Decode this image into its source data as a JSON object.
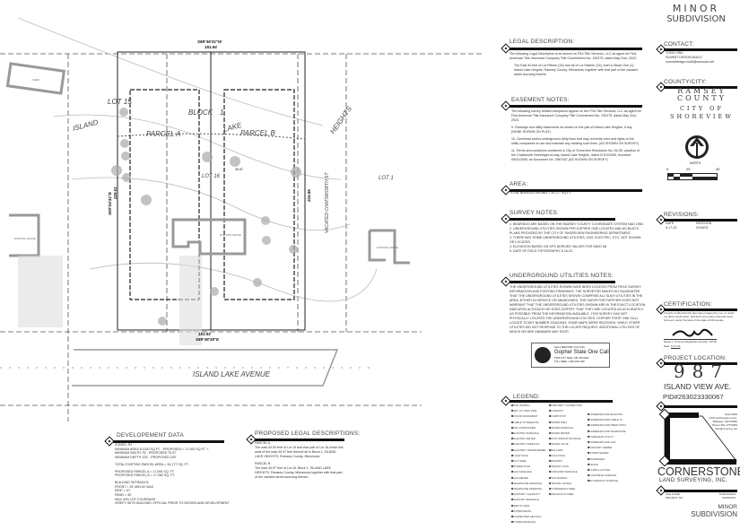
{
  "title": {
    "line1": "MINOR",
    "line2": "SUBDIVISION"
  },
  "drawing": {
    "labels": {
      "island": "ISLAND",
      "lot15": "LOT 15",
      "block": "BLOCK",
      "block_no": "1",
      "lake": "LAKE",
      "parcel_a": "PARCEL A",
      "parcel_b": "PARCEL B",
      "lot16": "LOT 16",
      "heights": "HEIGHTS",
      "lot1": "LOT 1",
      "vacated": "VACATED CHATSWORTH ST",
      "road": "ISLAND LAKE AVENUE",
      "existing_house": "EXISTING HOUSE",
      "shed": "SHED"
    },
    "bearings": {
      "north": "S89°36'31\"W",
      "north_dist": "151.94",
      "south": "S89°38'39\"E",
      "south_dist": "151.93",
      "west": "S00°24'41\"E",
      "west_dist": "225.01",
      "east_dist": "224.86",
      "mid_dist": "45.97"
    }
  },
  "legal": {
    "heading": "LEGAL DESCRIPTION:",
    "p1": "The following Legal Description is as shown on FSA Title Services, LLC as agent for First American Title Insurance Company Title Commitment No. 230275, dated May 31st, 2023.",
    "p2": "The East 40 feet of Lot Fifteen (15) and all of Lot Sixteen (16), both in Block One (1), Island Lake Heights, Ramsey County, Minnesota, together with that part of the vacated street accruing thereto."
  },
  "easement": {
    "heading": "EASEMENT NOTES:",
    "intro": "The following survey related exceptions appear on the FSA Title Services, LLC as agent for First American Title Insurance Company Title Commitment No. 230275, dated May 31st, 2023.",
    "items": [
      "9.  Drainage and utility easements as shown on the plat of Island Lake Heights, if any. (NONE SHOWN ON PLAT)",
      "10. Overhead and/or underground utility lines that may currently exist and rights of the utility companies to use and maintain any existing such lines. (AS SHOWN ON SURVEY)",
      "11. Terms and conditions contained in City of Shoreview Resolution No. 06-55, vacation of the Chatsworth Streetright-of-way, Island Lake Heights, dated 07/10/2006, recorded 08/01/2006, as Document No. 3967547 (AS SHOWN ON SURVEY)"
    ]
  },
  "area": {
    "heading": "AREA:",
    "text": "TOTAL AREA AS SHOWN = 34,177 SQ.FT."
  },
  "survey_notes": {
    "heading": "SURVEY NOTES:",
    "items": [
      "1.  BEARINGS ARE BASED ON THE RAMSEY COUNTY COORDINATE SYSTEM NAD 1983.",
      "2.  UNDERGROUND UTILITIES SHOWN PER GOPHER ONE LOCATES AND AS-BUILTS PLANS PROVIDED BY THE CITY OF SHOREVIEW ENGINEERING DEPARTMENT.",
      "3.  THERE MAY SOME UNDERGROUND UTILITIES, GAS, ELECTRIC, ETC. NOT SHOWN OR LOCATED.",
      "4.  ELEVATION BASED ON GPS DERIVED VALUES FOR NAVD 88",
      "5.  DATE OF FIELD TOPOGRAPHY 6-16-23."
    ]
  },
  "utilities": {
    "heading": "UNDERGROUND UTILITIES NOTES:",
    "text": "THE UNDERGROUND UTILITIES SHOWN HAVE BEEN LOCATED FROM FIELD SURVEY INFORMATION AND EXISTING DRAWINGS. THE SURVEYOR MAKES NO GUARANTEE THAT THE UNDERGROUND UTILITIES SHOWN COMPRISE ALL SUCH UTILITIES IN THE AREA, EITHER IN SERVICE OR ABANDONED. THE SURVEYOR FURTHER DOES NOT WARRANT THAT THE UNDERGROUND UTILITIES SHOWN ARE IN THE EXACT LOCATION INDICATED ALTHOUGH HE DOES CERTIFY THAT THEY ARE LOCATED AS ACCURATELY AS POSSIBLE FROM THE INFORMATION AVAILABLE. THIS SURVEY HAS NOT PHYSICALLY LOCATED THE UNDERGROUND UTILITIES. GOPHER STATE ONE CALL LOCATE TICKET NUMBER 231641543. SOME MAPS WERE RECEIVED, WHILE OTHER UTILITIES DID NOT RESPOND TO THE LOCATE REQUEST. ADDITIONAL UTILITIES OF WHICH WE ARE UNAWARE MAY EXIST."
  },
  "gopher": {
    "small": "CALL BEFORE YOU DIG",
    "name": "Gopher State One Call",
    "line1": "TWIN CITY AREA: 651-454-0002",
    "line2": "TOLL FREE: 1-800-252-1166"
  },
  "legend": {
    "heading": "LEGEND:",
    "col1": [
      "SOIL BORING",
      "SET 1/2\" IRON PIPE",
      "FOUND MONUMENT",
      "CABLE TV PEDESTAL",
      "AIR CONDITIONER",
      "ELECTRIC MANHOLE",
      "ELECTRIC METER",
      "ELECTRIC PEDESTAL",
      "ELECTRIC TRANSFORMER",
      "LIGHT POLE",
      "GUY WIRE",
      "POWER POLE",
      "GAS MANHOLE",
      "GAS METER",
      "TELEPHONE MANHOLE",
      "TELEPHONE PEDESTAL",
      "SANITARY CLEANOUT",
      "SANITARY MANHOLE",
      "SEPTIC VENT",
      "STORM DRAIN",
      "FLARED END SECTION",
      "STORM MANHOLE"
    ],
    "col2": [
      "FIRE DEPT. CONNECTION",
      "HYDRANT",
      "CURB STOP",
      "WATER WELL",
      "WATER MANHOLE",
      "WATER METER",
      "POST INDICATOR VALVE",
      "WATER VALVE",
      "BOLLARD",
      "FLAG POLE",
      "MAILBOX",
      "TRAFFIC SIGN",
      "UNKNOWN MANHOLE",
      "SOIL BORING",
      "TRAFFIC SIGNAL",
      "CONIFEROUS TREE",
      "DECIDUOUS TREE"
    ],
    "col3": [
      "UNDERGROUND ELECTRIC",
      "UNDERGROUND CABLE TV",
      "UNDERGROUND FIBER OPTIC",
      "UNDERGROUND TELEPHONE",
      "OVERHEAD UTILITY",
      "UNDERGROUND GAS",
      "SANITARY SEWER",
      "STORM SEWER",
      "WATERMAIN",
      "FENCE",
      "CURB & GUTTER",
      "CONCRETE SURFACE",
      "BITUMINOUS SURFACE"
    ]
  },
  "development": {
    "heading": "DEVELOPEMENT DATA",
    "lines": [
      "ZONED: R1",
      "MINIMUM AREA   10,000 SQ.FT. - PROPOSED = 17,000 SQ.FT. +",
      "MINIMUM WIDTH  75' - PROPOSED 75.97'",
      "MINIMUM DEPTH  125' - PROPOSED 225'",
      "",
      "TOTAL EXISTING PARCEL AREA = 34,177 SQ. FT.",
      "",
      "PROPOSED PARCEL A  = 17,094 SQ. FT.",
      "PROPOSED PARCEL B  = 17,083 SQ. FT.",
      "",
      "BUILDING SETBACKS:",
      "FRONT = 25' MIN 40' MAX",
      "SIDE = 10'",
      "REAR = 30'",
      "MAX 40% LOT COVERAGE",
      "VERIFY WITH BUILDING OFFICIAL PRIOR TO DESIGN AND DEVELOPMENT"
    ]
  },
  "proposed": {
    "heading": "PROPOSED LEGAL DESCRIPTIONS:",
    "a_title": "PARCEL A",
    "a_text": "The east 40.00 feet of Lot 15 and that part of Lot 16 which lies west of the east 45.97 feet thereof all in Block 1, ISLAND LAKE HEIGHTS, Ramsey County, Minnesota.",
    "b_title": "PARCEL B",
    "b_text": "The east 45.97 feet of Lot 16, Block 1, ISLAND LAKE HEIGHTS, Ramsey County, Minnesota together with that part of the vacated street accruing thereto."
  },
  "contact": {
    "heading": "CONTACT:",
    "name": "TODD HINZ",
    "company": "SUMMIT DESIGN-BUILD",
    "email": "summitdesign-build@comcast.net"
  },
  "county": {
    "heading": "COUNTY/CITY:",
    "county1": "RAMSEY",
    "county2": "COUNTY",
    "city1": "CITY OF",
    "city2": "SHOREVIEW"
  },
  "north": {
    "label": "NORTH",
    "scale": [
      "0",
      "20",
      "40"
    ]
  },
  "revisions": {
    "heading": "REVISIONS:",
    "col_date": "DATE",
    "col_rev": "REVISION",
    "date": "6-17-23",
    "rev": "ISSUED"
  },
  "certification": {
    "heading": "CERTIFICATION:",
    "text": "I hereby certify that this plan was prepared by me, or under my direct supervision, and that I am a duly Licensed Land Surveyor under the laws of the state of Minnesota.",
    "sig_line": "Daniel L. Thurmes  Registration Number: 25718",
    "date_label": "Date:",
    "date": "6-17-23"
  },
  "project": {
    "heading": "PROJECT LOCATION:",
    "number": "987",
    "street": "ISLAND VIEW AVE.",
    "pid": "PID#263023330067"
  },
  "company": {
    "address": [
      "Suite #200",
      "1970 Northwestern Ave.",
      "Stillwater, MN 55082",
      "Phone 651.275.8969",
      "dan@cssurvey.net"
    ],
    "name": "CORNERSTONE",
    "sub": "LAND SURVEYING, INC.",
    "file_label": "FILE NAME",
    "file": "SURVSUM13",
    "proj_label": "PROJECT NO.",
    "proj": "SUM23013"
  },
  "footer": {
    "line1": "MINOR",
    "line2": "SUBDIVISION"
  }
}
